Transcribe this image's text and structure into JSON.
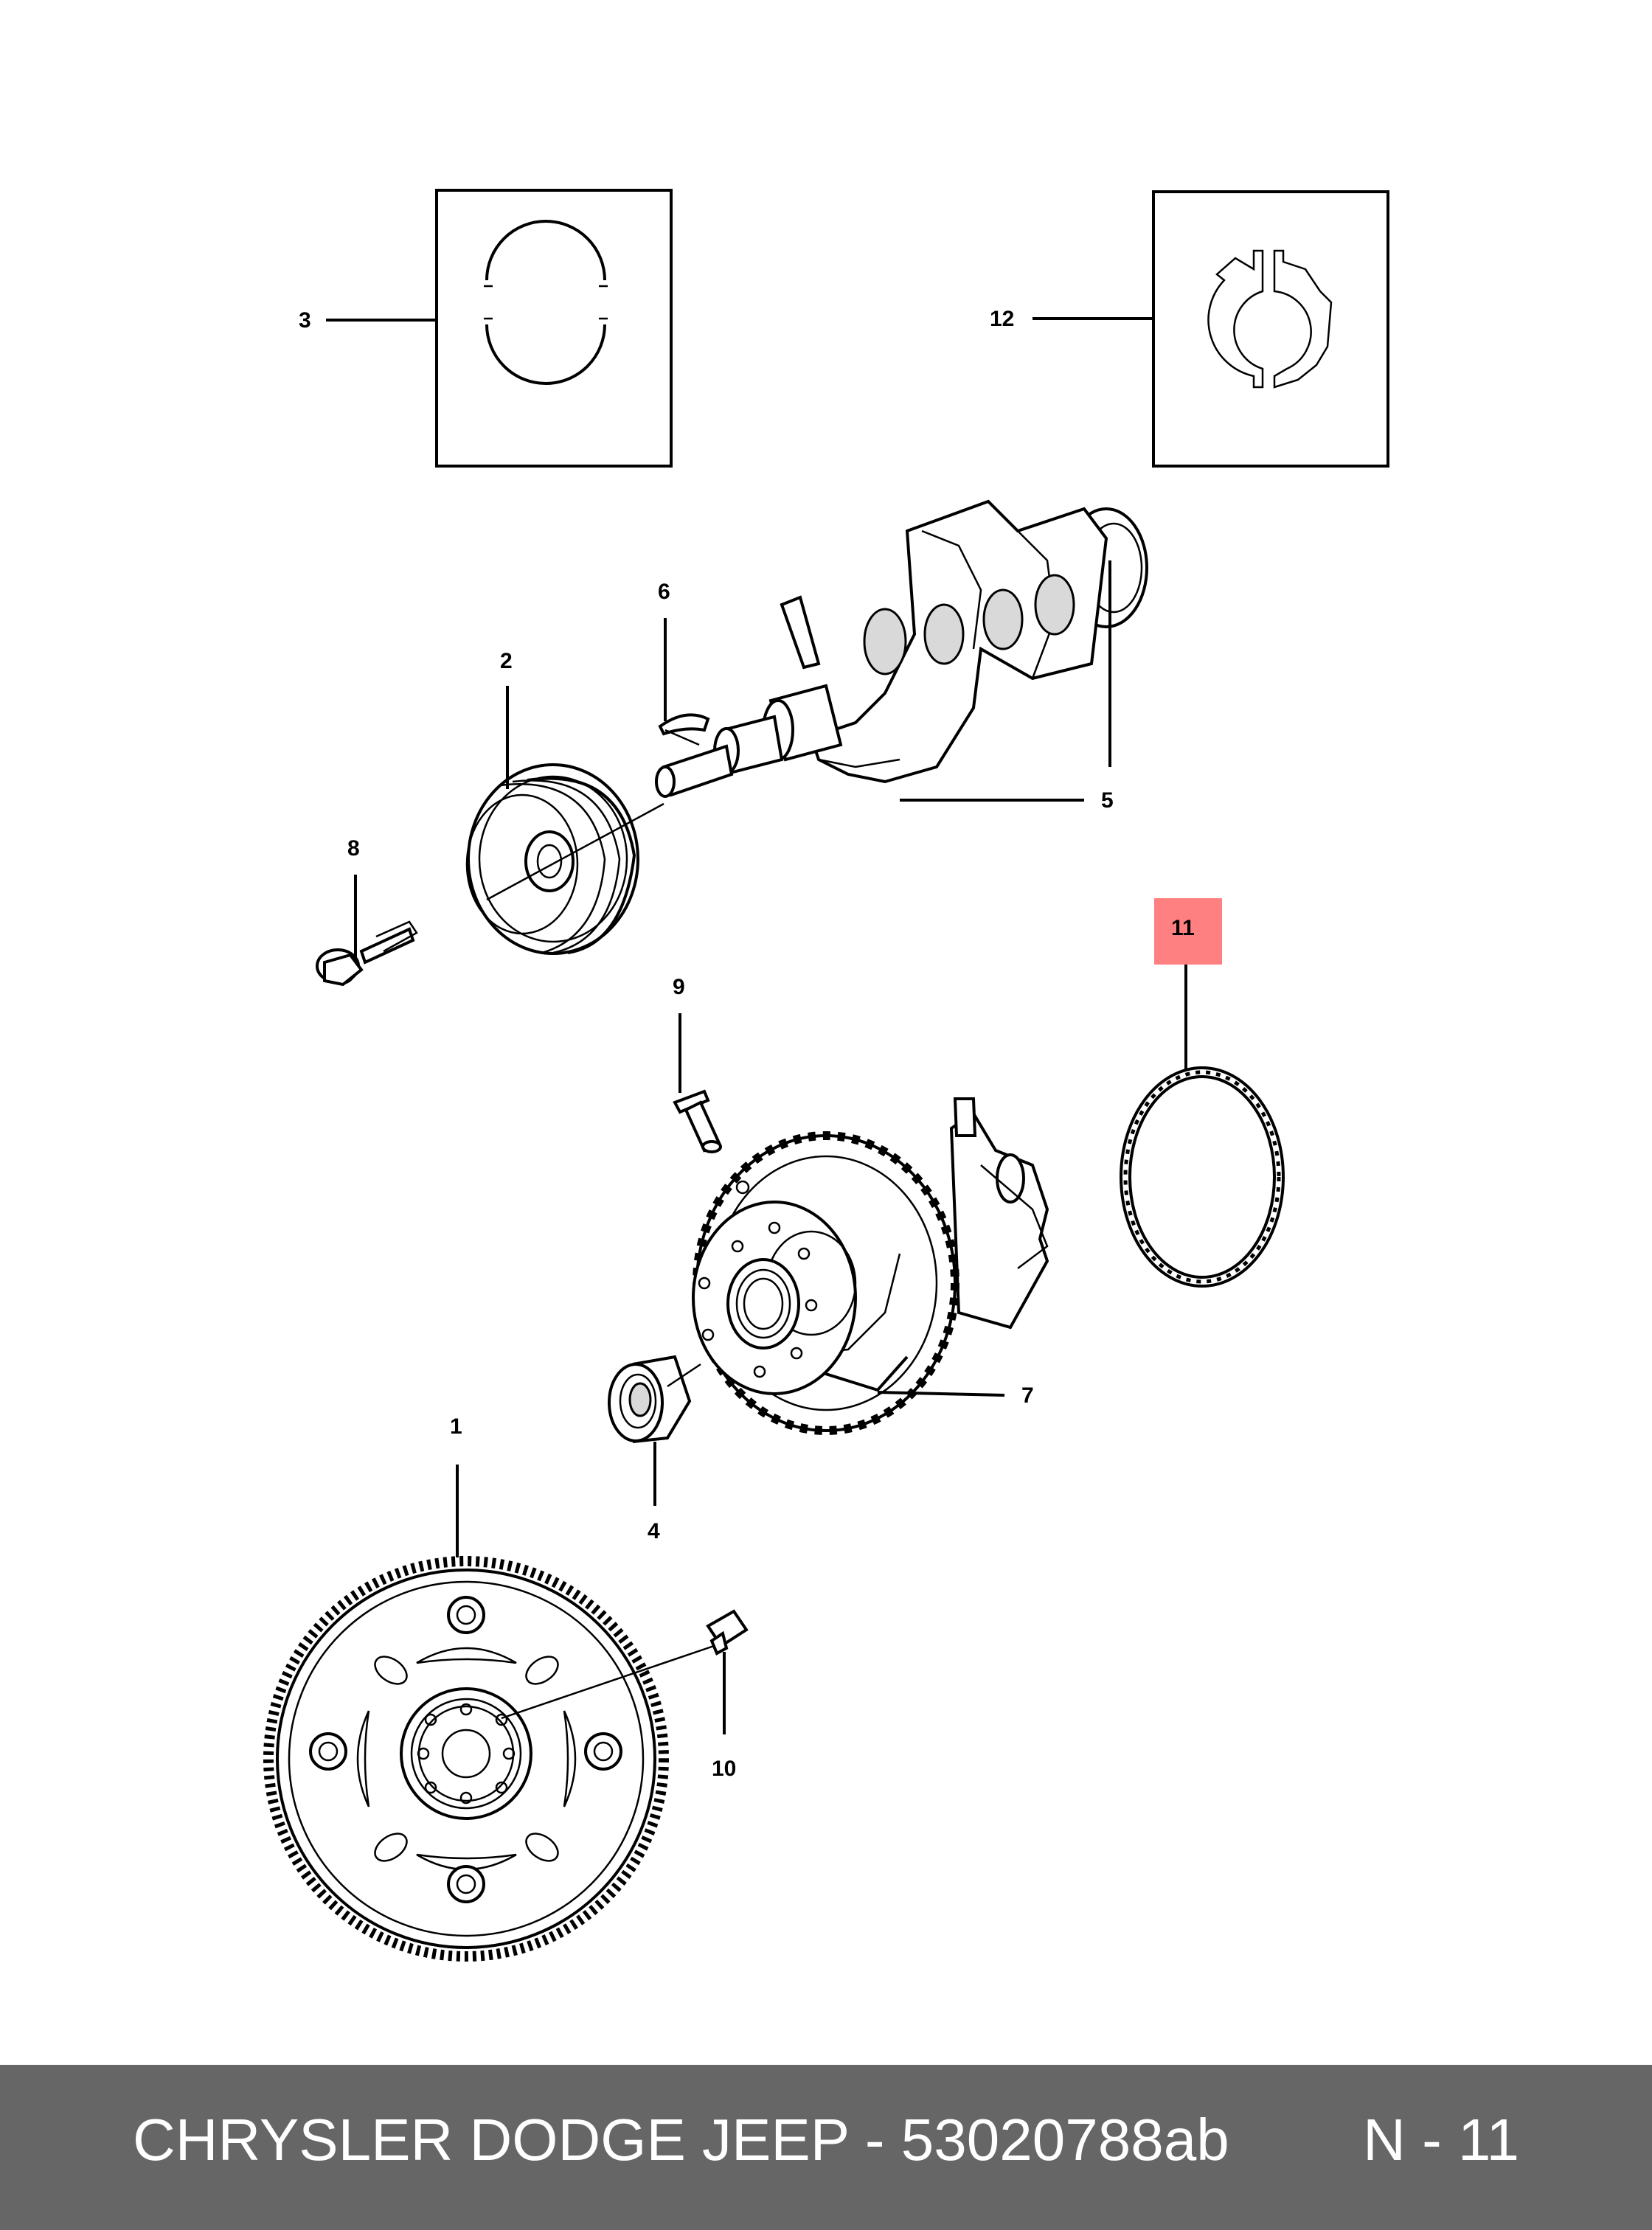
{
  "callouts": {
    "c1": "1",
    "c2": "2",
    "c3": "3",
    "c4": "4",
    "c5": "5",
    "c6": "6",
    "c7": "7",
    "c8": "8",
    "c9": "9",
    "c10": "10",
    "c11": "11",
    "c12": "12"
  },
  "highlight": {
    "callout": "11",
    "color": "#ff8080"
  },
  "footer": {
    "title": "CHRYSLER DODGE JEEP - 53020788ab",
    "page_ref": "N - 11"
  }
}
